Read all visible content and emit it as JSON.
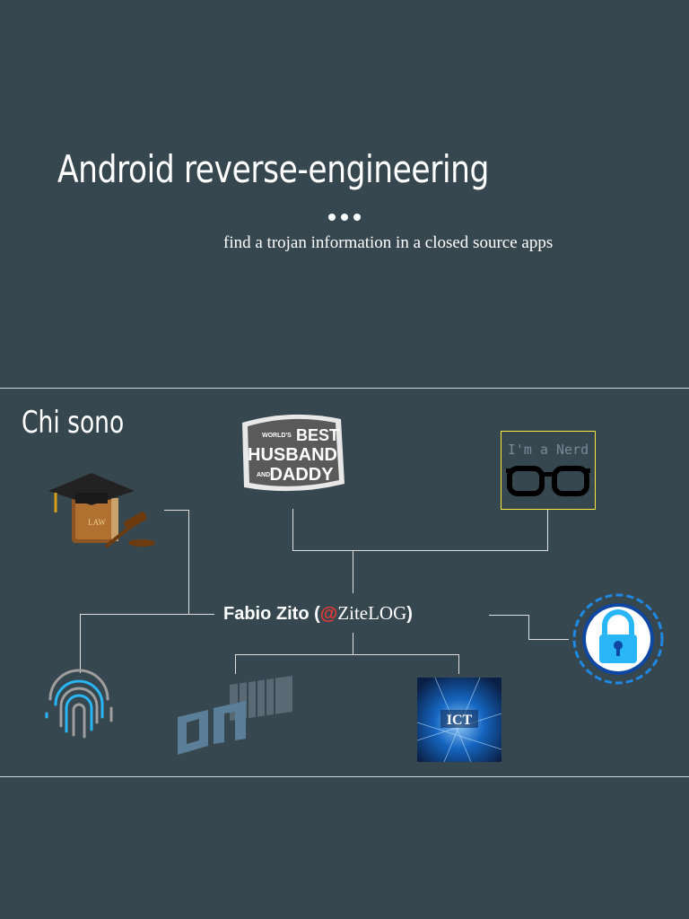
{
  "slide1": {
    "title": "Android reverse-engineering",
    "subtitle": "find a trojan information in a closed source apps"
  },
  "slide2": {
    "title": "Chi sono",
    "person": {
      "name": "Fabio Zito (",
      "at": "@",
      "handle": "ZiteLOG",
      "close": ")"
    },
    "badges": {
      "husband_line1": "WORLD'S",
      "husband_line2": "BEST",
      "husband_line3": "HUSBAND",
      "husband_line4": "AND",
      "husband_line5": "DADDY",
      "nerd_text": "I'm a Nerd",
      "law_text": "LAW",
      "ict_text": "ICT"
    }
  },
  "colors": {
    "background": "#37474f",
    "text": "#ffffff",
    "at_sign": "#e53935",
    "lines": "#e0e0e0",
    "nerd_border": "#ffeb3b"
  },
  "icons": [
    "graduation-law-icon",
    "husband-daddy-badge",
    "nerd-glasses-icon",
    "padlock-icon",
    "fingerprint-icon",
    "ict-icon",
    "company-logo-icon"
  ]
}
